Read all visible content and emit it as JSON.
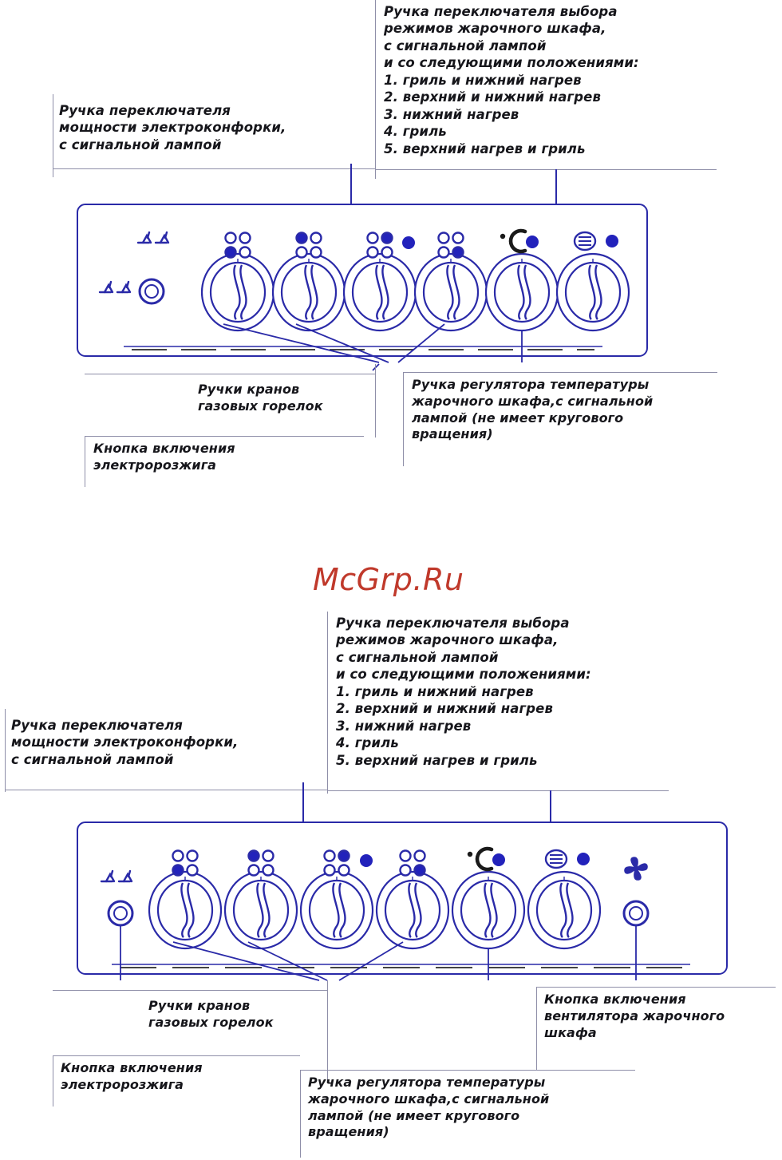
{
  "watermark": {
    "text": "McGrp.Ru",
    "color": "#c0392b"
  },
  "colors": {
    "ink": "#2a2aa8",
    "panel_line": "#2a2aa8",
    "text": "#16161b",
    "rule": "#8e8ea8",
    "lamp": "#2222bb",
    "watermark": "#c0392b"
  },
  "labels": {
    "oven_mode_knob": "Ручка переключателя выбора\nрежимов жарочного шкафа,\nс сигнальной лампой\nи со следующими положениями:\n1. гриль и нижний нагрев\n2. верхний и нижний нагрев\n3. нижний нагрев\n4. гриль\n5. верхний нагрев и гриль",
    "hotplate_knob": "Ручка переключателя\nмощности электроконфорки,\nс сигнальной лампой",
    "gas_taps": "Ручки кранов\nгазовых горелок",
    "ignition_button": "Кнопка включения\nэлектророзжига",
    "thermostat_knob": "Ручка регулятора температуры\nжарочного шкафа,с сигнальной\nлампой (не имеет кругового\nвращения)",
    "oven_fan_button": "Кнопка включения\nвентилятора жарочного\nшкафа"
  },
  "panel_top": {
    "name": "control-panel-top",
    "controls": [
      {
        "name": "ignition-button",
        "type": "push-button",
        "icon": "spark-ignition-icon",
        "lamp": false
      },
      {
        "name": "gas-tap-knob-1",
        "type": "knob",
        "icon": "hob-position-front-left-icon",
        "filled": "bottom-left",
        "lamp": false
      },
      {
        "name": "gas-tap-knob-2",
        "type": "knob",
        "icon": "hob-position-rear-left-icon",
        "filled": "top-left",
        "lamp": false
      },
      {
        "name": "gas-tap-knob-3",
        "type": "knob",
        "icon": "hob-position-rear-right-icon",
        "filled": "top-right",
        "lamp": true
      },
      {
        "name": "gas-tap-knob-4",
        "type": "knob",
        "icon": "hob-position-front-right-icon",
        "filled": "bottom-right",
        "lamp": false
      },
      {
        "name": "thermostat-knob",
        "type": "knob",
        "icon": "degrees-celsius-icon",
        "lamp": true
      },
      {
        "name": "oven-mode-knob",
        "type": "knob",
        "icon": "oven-grill-icon",
        "lamp": true
      }
    ]
  },
  "panel_bottom": {
    "name": "control-panel-bottom",
    "controls": [
      {
        "name": "ignition-button",
        "type": "push-button",
        "icon": "spark-ignition-icon",
        "lamp": false
      },
      {
        "name": "gas-tap-knob-1",
        "type": "knob",
        "icon": "hob-position-front-left-icon",
        "filled": "bottom-left",
        "lamp": false
      },
      {
        "name": "gas-tap-knob-2",
        "type": "knob",
        "icon": "hob-position-rear-left-icon",
        "filled": "bottom-left-open",
        "lamp": false
      },
      {
        "name": "gas-tap-knob-3",
        "type": "knob",
        "icon": "hob-position-rear-right-icon",
        "filled": "top-right",
        "lamp": true
      },
      {
        "name": "gas-tap-knob-4",
        "type": "knob",
        "icon": "hob-position-front-right-icon",
        "filled": "bottom-right",
        "lamp": false
      },
      {
        "name": "thermostat-knob",
        "type": "knob",
        "icon": "degrees-celsius-icon",
        "lamp": true
      },
      {
        "name": "oven-mode-knob",
        "type": "knob",
        "icon": "oven-grill-icon",
        "lamp": true
      },
      {
        "name": "oven-fan-button",
        "type": "push-button",
        "icon": "fan-icon",
        "lamp": false
      }
    ]
  },
  "symbols": {
    "celsius": "°C",
    "hob_grid": "four-burner-grid",
    "grill": "oven-grill-element"
  }
}
